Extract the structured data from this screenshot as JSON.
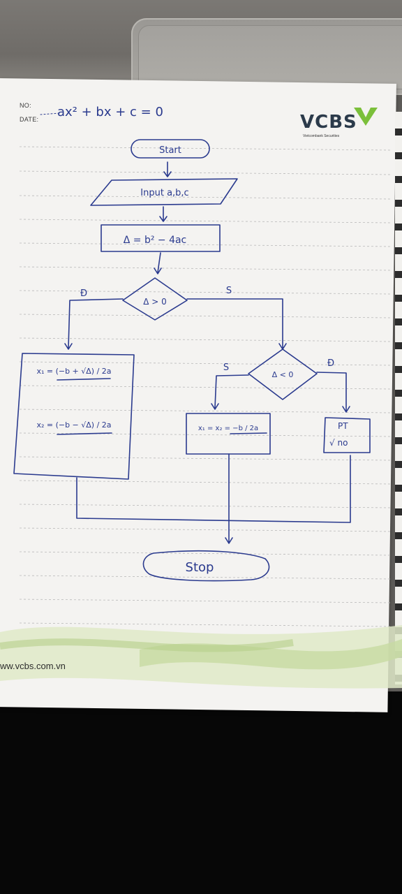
{
  "header": {
    "no_label": "NO:",
    "date_label": "DATE:",
    "equation": "ax² + bx + c = 0"
  },
  "brand": {
    "name": "VCBS",
    "subtitle": "Vietcombank Securities",
    "website": "ww.vcbs.com.vn",
    "accent_color": "#7bbf3a"
  },
  "flowchart": {
    "start": "Start",
    "input": "Input a,b,c",
    "compute": "Δ = b² − 4ac",
    "decision1": "Δ > 0",
    "d1_false": "Đ",
    "d1_true": "S",
    "roots_x1": "x₁ = (−b + √Δ) / 2a",
    "roots_x2": "x₂ = (−b − √Δ) / 2a",
    "decision2": "Δ < 0",
    "d2_left": "S",
    "d2_right": "Đ",
    "double_root": "x₁ = x₂ = −b / 2a",
    "no_root_line1": "PT",
    "no_root_line2": "√ no",
    "stop": "Stop"
  },
  "ink_color": "#2a3a8e"
}
